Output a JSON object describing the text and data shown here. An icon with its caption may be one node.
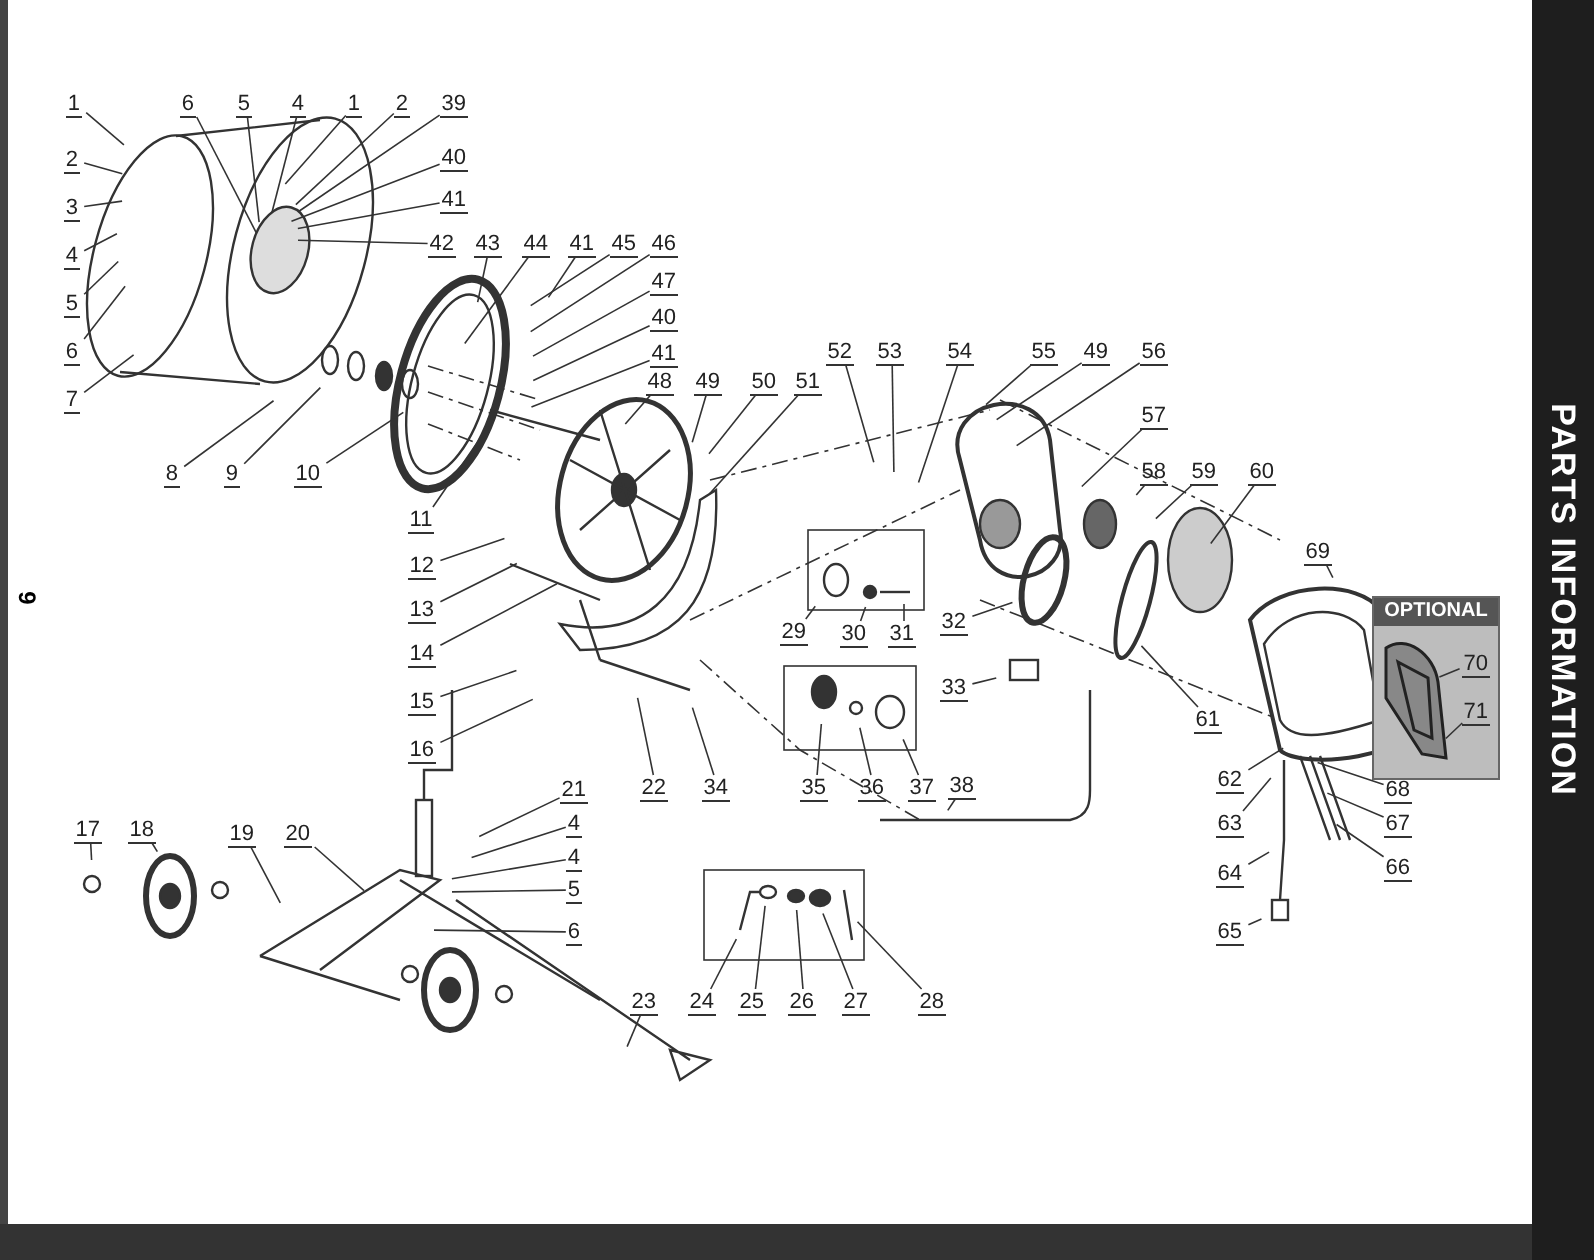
{
  "diagram": {
    "title": "PARTS INFORMATION",
    "nodes": [
      {
        "text": [
          "1"
        ]
      },
      {
        "text": [
          "2"
        ]
      },
      {
        "text": [
          "3"
        ]
      },
      {
        "text": [
          "4"
        ]
      },
      {
        "text": [
          "5"
        ]
      },
      {
        "text": [
          "6"
        ]
      },
      {
        "text": [
          "7"
        ]
      },
      {
        "text": [
          "6"
        ]
      },
      {
        "text": [
          "5"
        ]
      },
      {
        "text": [
          "4"
        ]
      },
      {
        "text": [
          "1"
        ]
      },
      {
        "text": [
          "2"
        ]
      },
      {
        "text": [
          "39"
        ]
      },
      {
        "text": [
          "40"
        ]
      },
      {
        "text": [
          "41"
        ]
      },
      {
        "text": [
          "42"
        ]
      },
      {
        "text": [
          "43"
        ]
      },
      {
        "text": [
          "44"
        ]
      },
      {
        "text": [
          "41"
        ]
      },
      {
        "text": [
          "45"
        ]
      },
      {
        "text": [
          "46"
        ]
      },
      {
        "text": [
          "47"
        ]
      },
      {
        "text": [
          "40"
        ]
      },
      {
        "text": [
          "41"
        ]
      },
      {
        "text": [
          "48"
        ]
      },
      {
        "text": [
          "49"
        ]
      },
      {
        "text": [
          "50"
        ]
      },
      {
        "text": [
          "51"
        ]
      },
      {
        "text": [
          "52"
        ]
      },
      {
        "text": [
          "53"
        ]
      },
      {
        "text": [
          "54"
        ]
      },
      {
        "text": [
          "55"
        ]
      },
      {
        "text": [
          "49"
        ]
      },
      {
        "text": [
          "56"
        ]
      },
      {
        "text": [
          "57"
        ]
      },
      {
        "text": [
          "58"
        ]
      },
      {
        "text": [
          "59"
        ]
      },
      {
        "text": [
          "60"
        ]
      },
      {
        "text": [
          "69"
        ]
      },
      {
        "text": [
          "OPTIONAL"
        ]
      },
      {
        "text": [
          "70"
        ],
        "in": 39
      },
      {
        "text": [
          "71"
        ],
        "in": 39
      },
      {
        "text": [
          "68"
        ]
      },
      {
        "text": [
          "67"
        ]
      },
      {
        "text": [
          "66"
        ]
      },
      {
        "text": [
          "65"
        ]
      },
      {
        "text": [
          "64"
        ]
      },
      {
        "text": [
          "63"
        ]
      },
      {
        "text": [
          "62"
        ]
      },
      {
        "text": [
          "61"
        ]
      },
      {
        "text": [
          "32"
        ]
      },
      {
        "text": [
          "33"
        ]
      },
      {
        "text": [
          "38"
        ]
      },
      {
        "text": [
          "29"
        ]
      },
      {
        "text": [
          "30"
        ]
      },
      {
        "text": [
          "31"
        ]
      },
      {
        "text": [
          "35"
        ]
      },
      {
        "text": [
          "36"
        ]
      },
      {
        "text": [
          "37"
        ]
      },
      {
        "text": [
          "34"
        ]
      },
      {
        "text": [
          "22"
        ]
      },
      {
        "text": [
          "8"
        ]
      },
      {
        "text": [
          "9"
        ]
      },
      {
        "text": [
          "10"
        ]
      },
      {
        "text": [
          "11"
        ]
      },
      {
        "text": [
          "12"
        ]
      },
      {
        "text": [
          "13"
        ]
      },
      {
        "text": [
          "14"
        ]
      },
      {
        "text": [
          "15"
        ]
      },
      {
        "text": [
          "16"
        ]
      },
      {
        "text": [
          "17"
        ]
      },
      {
        "text": [
          "18"
        ]
      },
      {
        "text": [
          "19"
        ]
      },
      {
        "text": [
          "20"
        ]
      },
      {
        "text": [
          "21"
        ]
      },
      {
        "text": [
          "4"
        ]
      },
      {
        "text": [
          "4"
        ]
      },
      {
        "text": [
          "5"
        ]
      },
      {
        "text": [
          "6"
        ]
      },
      {
        "text": [
          "23"
        ]
      },
      {
        "text": [
          "24"
        ]
      },
      {
        "text": [
          "25"
        ]
      },
      {
        "text": [
          "26"
        ]
      },
      {
        "text": [
          "27"
        ]
      },
      {
        "text": [
          "28"
        ]
      }
    ],
    "edges": [
      {
        "from": 0,
        "to": null,
        "arrow": "none"
      },
      {
        "from": 1,
        "to": null,
        "arrow": "none"
      },
      {
        "from": 2,
        "to": null,
        "arrow": "none"
      },
      {
        "from": 3,
        "to": null,
        "arrow": "none"
      },
      {
        "from": 4,
        "to": null,
        "arrow": "none"
      },
      {
        "from": 5,
        "to": null,
        "arrow": "none"
      },
      {
        "from": 6,
        "to": null,
        "arrow": "none"
      },
      {
        "from": 7,
        "to": null,
        "arrow": "none"
      },
      {
        "from": 8,
        "to": null,
        "arrow": "none"
      },
      {
        "from": 9,
        "to": null,
        "arrow": "none"
      },
      {
        "from": 10,
        "to": null,
        "arrow": "none"
      },
      {
        "from": 11,
        "to": null,
        "arrow": "none"
      },
      {
        "from": 12,
        "to": null,
        "arrow": "none"
      },
      {
        "from": 13,
        "to": null,
        "arrow": "none"
      },
      {
        "from": 14,
        "to": null,
        "arrow": "none"
      },
      {
        "from": 15,
        "to": null,
        "arrow": "none"
      },
      {
        "from": 16,
        "to": null,
        "arrow": "none"
      },
      {
        "from": 17,
        "to": null,
        "arrow": "none"
      },
      {
        "from": 18,
        "to": null,
        "arrow": "none"
      },
      {
        "from": 19,
        "to": null,
        "arrow": "none"
      },
      {
        "from": 20,
        "to": null,
        "arrow": "none"
      },
      {
        "from": 21,
        "to": null,
        "arrow": "none"
      },
      {
        "from": 22,
        "to": null,
        "arrow": "none"
      },
      {
        "from": 23,
        "to": null,
        "arrow": "none"
      },
      {
        "from": 24,
        "to": null,
        "arrow": "none"
      },
      {
        "from": 25,
        "to": null,
        "arrow": "none"
      },
      {
        "from": 26,
        "to": null,
        "arrow": "none"
      },
      {
        "from": 27,
        "to": null,
        "arrow": "none"
      },
      {
        "from": 28,
        "to": null,
        "arrow": "none"
      },
      {
        "from": 29,
        "to": null,
        "arrow": "none"
      },
      {
        "from": 30,
        "to": null,
        "arrow": "none"
      },
      {
        "from": 31,
        "to": null,
        "arrow": "none"
      },
      {
        "from": 32,
        "to": null,
        "arrow": "none"
      },
      {
        "from": 33,
        "to": null,
        "arrow": "none"
      },
      {
        "from": 34,
        "to": null,
        "arrow": "none"
      },
      {
        "from": 35,
        "to": null,
        "arrow": "none"
      },
      {
        "from": 36,
        "to": null,
        "arrow": "none"
      },
      {
        "from": 37,
        "to": null,
        "arrow": "none"
      },
      {
        "from": 38,
        "to": null,
        "arrow": "none"
      },
      {
        "from": 40,
        "to": null,
        "arrow": "none"
      },
      {
        "from": 41,
        "to": null,
        "arrow": "none"
      },
      {
        "from": 42,
        "to": null,
        "arrow": "none"
      },
      {
        "from": 43,
        "to": null,
        "arrow": "none"
      },
      {
        "from": 44,
        "to": null,
        "arrow": "none"
      },
      {
        "from": 45,
        "to": null,
        "arrow": "none"
      },
      {
        "from": 46,
        "to": null,
        "arrow": "none"
      },
      {
        "from": 47,
        "to": null,
        "arrow": "none"
      },
      {
        "from": 48,
        "to": null,
        "arrow": "none"
      },
      {
        "from": 49,
        "to": null,
        "arrow": "none"
      },
      {
        "from": 50,
        "to": null,
        "arrow": "none"
      },
      {
        "from": 51,
        "to": null,
        "arrow": "none"
      },
      {
        "from": 52,
        "to": null,
        "arrow": "none"
      },
      {
        "from": 53,
        "to": null,
        "arrow": "none"
      },
      {
        "from": 54,
        "to": null,
        "arrow": "none"
      },
      {
        "from": 55,
        "to": null,
        "arrow": "none"
      },
      {
        "from": 56,
        "to": null,
        "arrow": "none"
      },
      {
        "from": 57,
        "to": null,
        "arrow": "none"
      },
      {
        "from": 58,
        "to": null,
        "arrow": "none"
      },
      {
        "from": 59,
        "to": null,
        "arrow": "none"
      },
      {
        "from": 60,
        "to": null,
        "arrow": "none"
      },
      {
        "from": 61,
        "to": null,
        "arrow": "none"
      },
      {
        "from": 62,
        "to": null,
        "arrow": "none"
      },
      {
        "from": 63,
        "to": null,
        "arrow": "none"
      },
      {
        "from": 64,
        "to": null,
        "arrow": "none"
      },
      {
        "from": 65,
        "to": null,
        "arrow": "none"
      },
      {
        "from": 66,
        "to": null,
        "arrow": "none"
      },
      {
        "from": 67,
        "to": null,
        "arrow": "none"
      },
      {
        "from": 68,
        "to": null,
        "arrow": "none"
      },
      {
        "from": 69,
        "to": null,
        "arrow": "none"
      },
      {
        "from": 70,
        "to": null,
        "arrow": "none"
      },
      {
        "from": 71,
        "to": null,
        "arrow": "none"
      },
      {
        "from": 72,
        "to": null,
        "arrow": "none"
      },
      {
        "from": 73,
        "to": null,
        "arrow": "none"
      },
      {
        "from": 74,
        "to": null,
        "arrow": "none"
      },
      {
        "from": 75,
        "to": null,
        "arrow": "none"
      },
      {
        "from": 76,
        "to": null,
        "arrow": "none"
      },
      {
        "from": 77,
        "to": null,
        "arrow": "none"
      },
      {
        "from": 78,
        "to": null,
        "arrow": "none"
      },
      {
        "from": 79,
        "to": null,
        "arrow": "none"
      },
      {
        "from": 80,
        "to": null,
        "arrow": "none"
      },
      {
        "from": 81,
        "to": null,
        "arrow": "none"
      },
      {
        "from": 82,
        "to": null,
        "arrow": "none"
      },
      {
        "from": 83,
        "to": null,
        "arrow": "none"
      },
      {
        "from": 84,
        "to": null,
        "arrow": "none"
      }
    ],
    "labels": [
      "9"
    ]
  }
}
